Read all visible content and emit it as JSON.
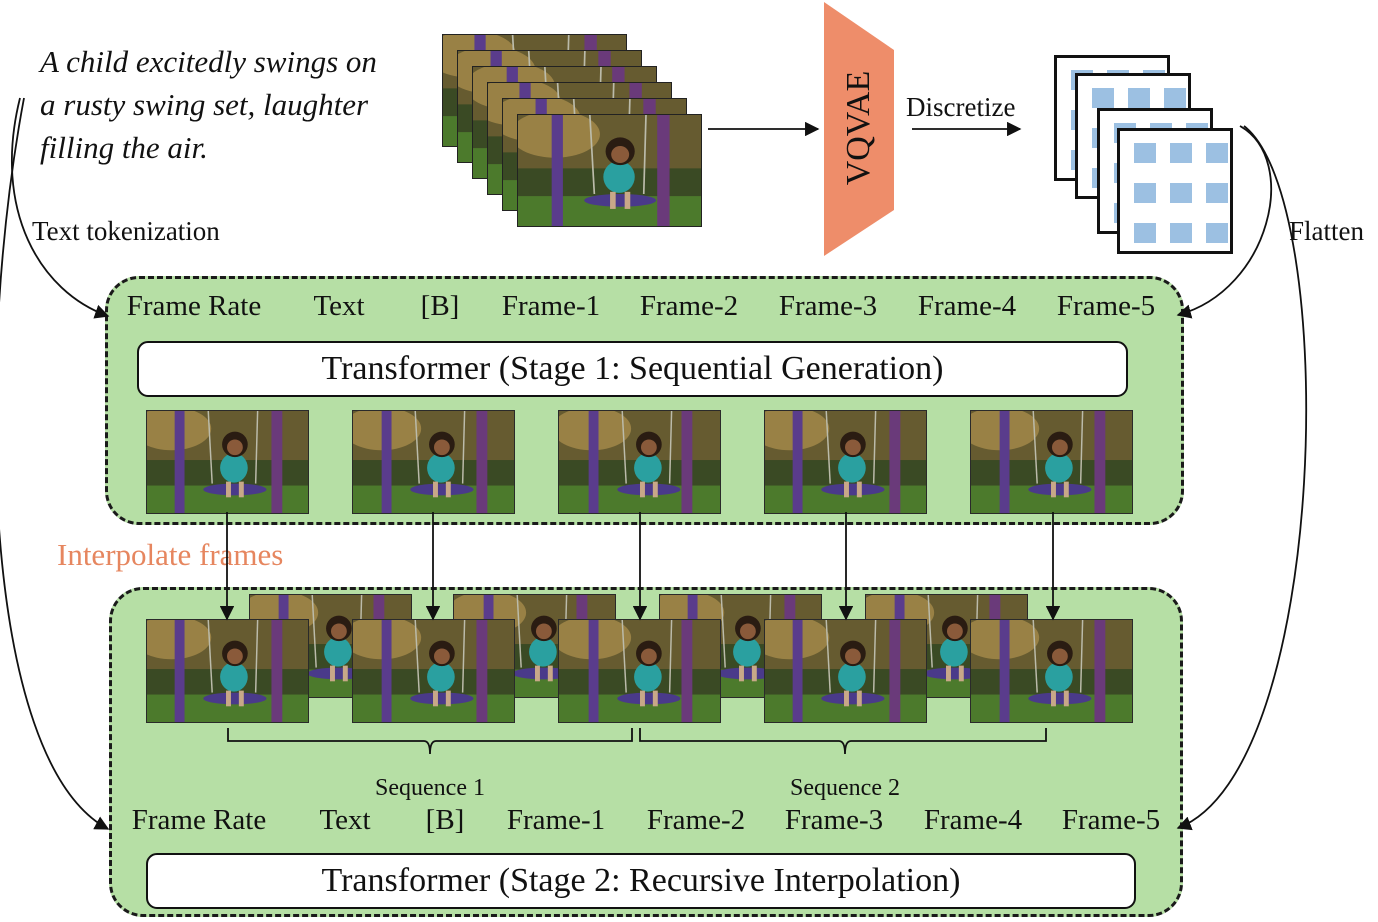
{
  "prompt": {
    "line1": "A child excitedly swings on",
    "line2": "a rusty swing set, laughter",
    "line3": "filling the air."
  },
  "labels": {
    "text_tokenization": "Text tokenization",
    "vqvae": "VQVAE",
    "discretize": "Discretize",
    "flatten": "Flatten",
    "interpolate": "Interpolate frames"
  },
  "stage1": {
    "tokens": [
      "Frame Rate",
      "Text",
      "[B]",
      "Frame-1",
      "Frame-2",
      "Frame-3",
      "Frame-4",
      "Frame-5"
    ],
    "transformer": "Transformer (Stage 1: Sequential Generation)"
  },
  "stage2": {
    "tokens": [
      "Frame Rate",
      "Text",
      "[B]",
      "Frame-1",
      "Frame-2",
      "Frame-3",
      "Frame-4",
      "Frame-5"
    ],
    "transformer": "Transformer (Stage 2: Recursive Interpolation)",
    "sequences": [
      "Sequence 1",
      "Sequence 2"
    ]
  },
  "colors": {
    "stage_fill": "#b6dfa5",
    "vqvae_fill": "#ee8d6a",
    "interpolate_text": "#e6865f",
    "token_grid_fill": "#9cc0e2"
  },
  "icons": {
    "frame": "swing-child-frame-thumbnail",
    "token_grid": "token-grid-icon"
  }
}
